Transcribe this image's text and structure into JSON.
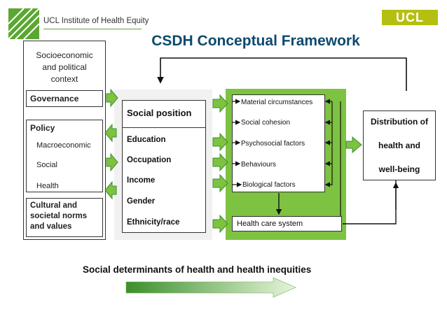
{
  "header": {
    "institute_name": "UCL Institute of Health Equity",
    "ucl_logo": "UCL",
    "title": "CSDH Conceptual Framework"
  },
  "context": {
    "heading": "Socioeconomic\nand political\ncontext",
    "governance": "Governance",
    "policy": "Policy",
    "macroeconomic": "Macroeconomic",
    "social": "Social",
    "health": "Health",
    "cultural": "Cultural and\nsocietal norms\nand values"
  },
  "social_position": {
    "heading": "Social position",
    "items": [
      "Education",
      "Occupation",
      "Income",
      "Gender",
      "Ethnicity/race"
    ]
  },
  "intermediary": {
    "items": [
      "Material circumstances",
      "Social cohesion",
      "Psychosocial factors",
      "Behaviours",
      "Biological factors"
    ],
    "health_care_system": "Health care system"
  },
  "distribution": {
    "line1": "Distribution of",
    "line2": "health and",
    "line3": "well-being"
  },
  "footer": {
    "label": "Social determinants of health and health inequities"
  },
  "colors": {
    "title": "#0c4a6e",
    "green": "#7dc241",
    "dark_green": "#3d8f2a",
    "light_green": "#a7dc8b",
    "ucl": "#b5bf10"
  }
}
